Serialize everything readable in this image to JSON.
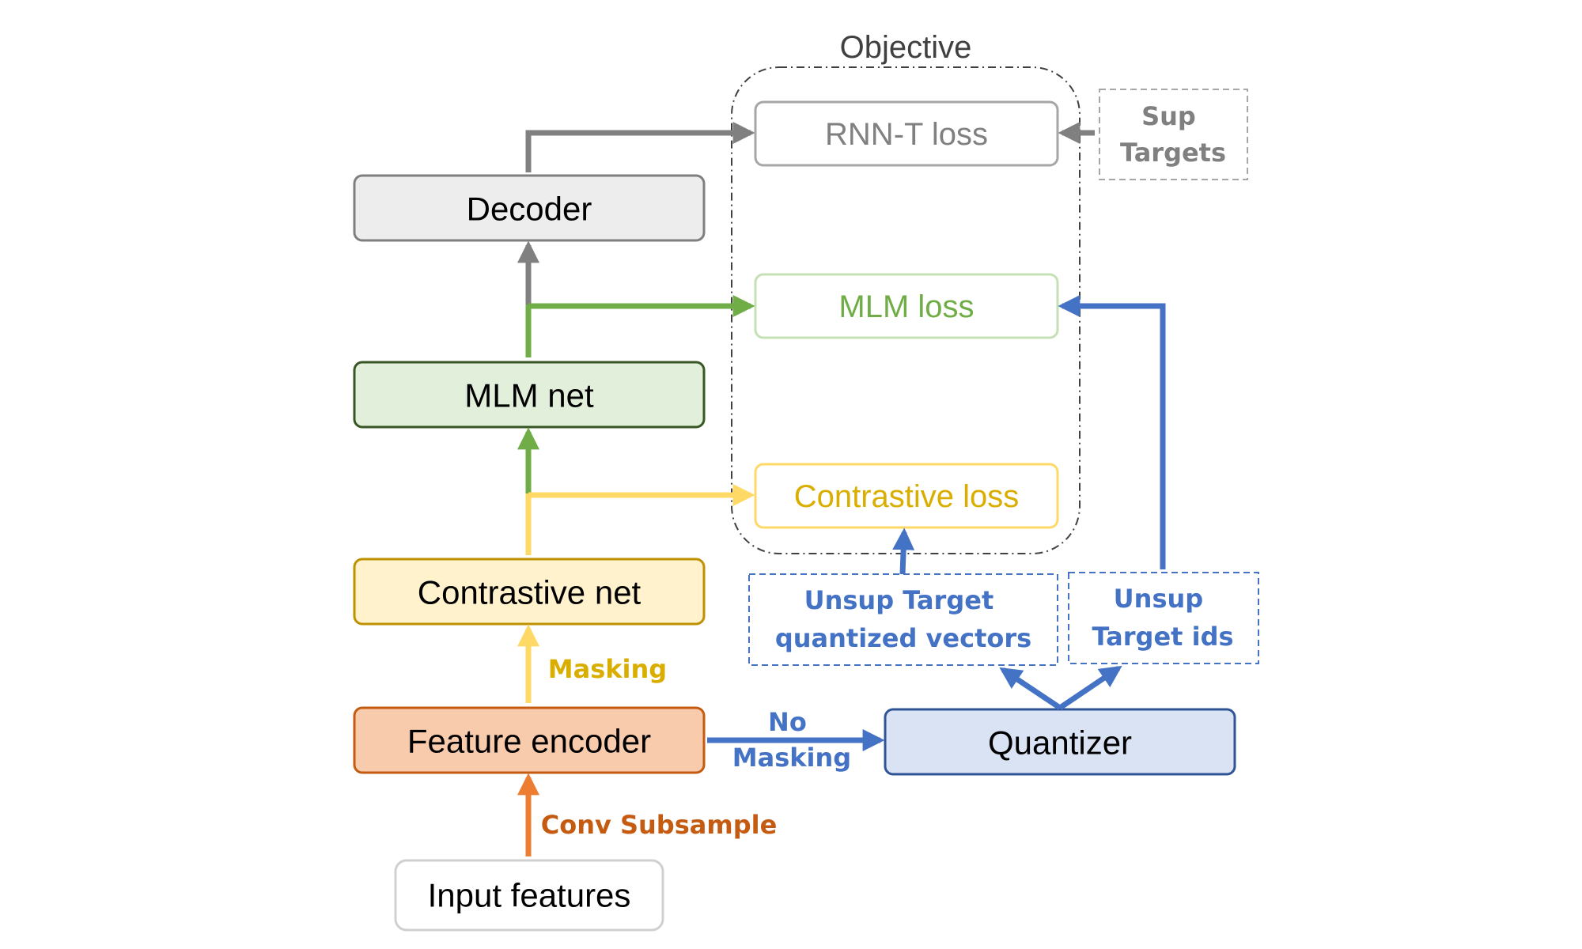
{
  "objective": {
    "title": "Objective"
  },
  "losses": {
    "rnnt": "RNN-T loss",
    "mlm": "MLM loss",
    "contrastive": "Contrastive loss"
  },
  "blocks": {
    "decoder": "Decoder",
    "mlm_net": "MLM net",
    "contrastive_net": "Contrastive net",
    "feature_encoder": "Feature encoder",
    "input_features": "Input features",
    "quantizer": "Quantizer"
  },
  "targets": {
    "sup": [
      "Sup",
      "Targets"
    ],
    "unsup_vectors": [
      "Unsup Target",
      "quantized vectors"
    ],
    "unsup_ids": [
      "Unsup",
      "Target ids"
    ]
  },
  "edge_labels": {
    "masking": "Masking",
    "no_masking": [
      "No",
      "Masking"
    ],
    "conv_subsample": "Conv Subsample"
  },
  "colors": {
    "gray": "#808080",
    "green": "#70AD47",
    "yellow": "#FFD966",
    "orange": "#ED7D31",
    "blue": "#4472C4",
    "decoder_fill": "#EDEDED",
    "mlm_fill": "#E2EFDA",
    "contrastive_fill": "#FFF2CC",
    "encoder_fill": "#F8CBAD",
    "quantizer_fill": "#DAE3F3"
  }
}
